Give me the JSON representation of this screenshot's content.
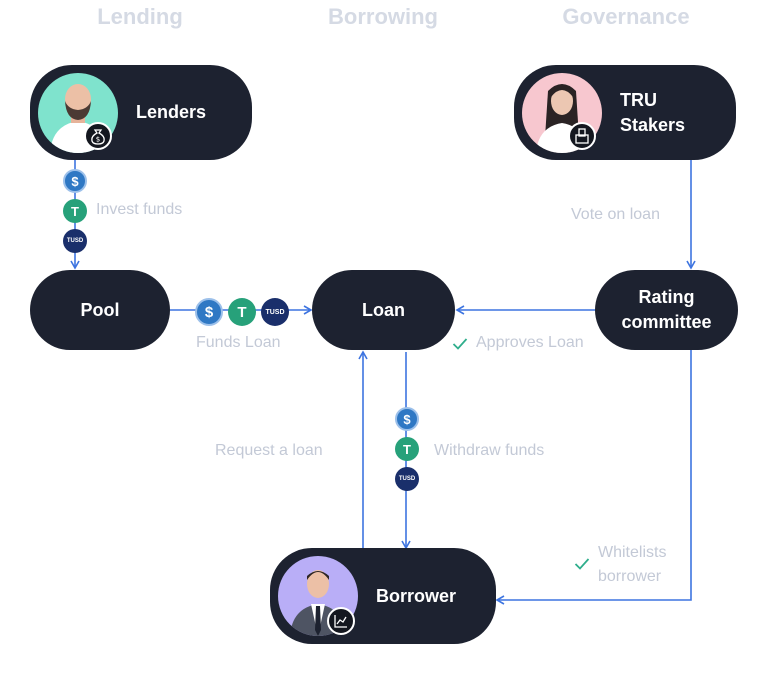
{
  "columns": {
    "lending": "Lending",
    "borrowing": "Borrowing",
    "governance": "Governance"
  },
  "nodes": {
    "lenders": "Lenders",
    "tru_stakers": "TRU\nStakers",
    "pool": "Pool",
    "loan": "Loan",
    "rating_committee": "Rating\ncommittee",
    "borrower": "Borrower"
  },
  "edges": {
    "invest_funds": "Invest funds",
    "vote_on_loan": "Vote on loan",
    "funds_loan": "Funds Loan",
    "approves_loan": "Approves Loan",
    "request_a_loan": "Request a loan",
    "withdraw_funds": "Withdraw funds",
    "whitelists_borrower": "Whitelists\nborrower"
  },
  "tokens": {
    "usdc": "$",
    "usdt": "T",
    "tusd": "TUSD"
  },
  "icons": {
    "lenders_badge": "money-bag-icon",
    "stakers_badge": "ballot-box-icon",
    "borrower_badge": "chart-icon",
    "check": "check-icon"
  },
  "colors": {
    "node": "#1d2230",
    "arrow": "#3d74e0",
    "label": "#c3c9d6",
    "check": "#2fae8c",
    "usdc": "#2f78c4",
    "usdt": "#27a17a",
    "tusd": "#1a2f6b"
  }
}
